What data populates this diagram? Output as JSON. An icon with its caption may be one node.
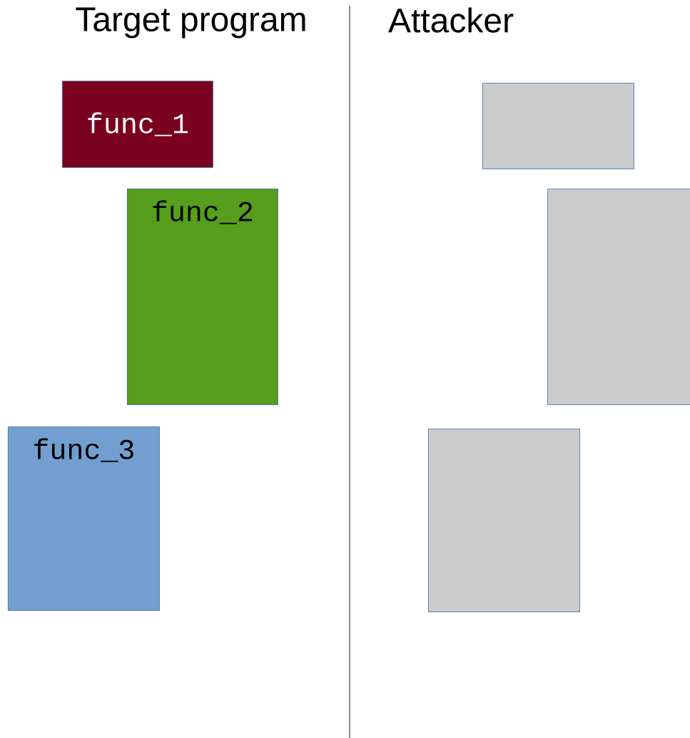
{
  "diagram": {
    "nodes": [
      {
        "text": [
          "func_1"
        ]
      },
      {
        "text": [
          "func_2"
        ]
      },
      {
        "text": [
          "func_3"
        ]
      },
      {
        "text": [],
        "shape": "box"
      },
      {
        "text": [],
        "shape": "box"
      },
      {
        "text": [],
        "shape": "box"
      }
    ],
    "labels": [
      "Target program",
      "Attacker"
    ]
  }
}
